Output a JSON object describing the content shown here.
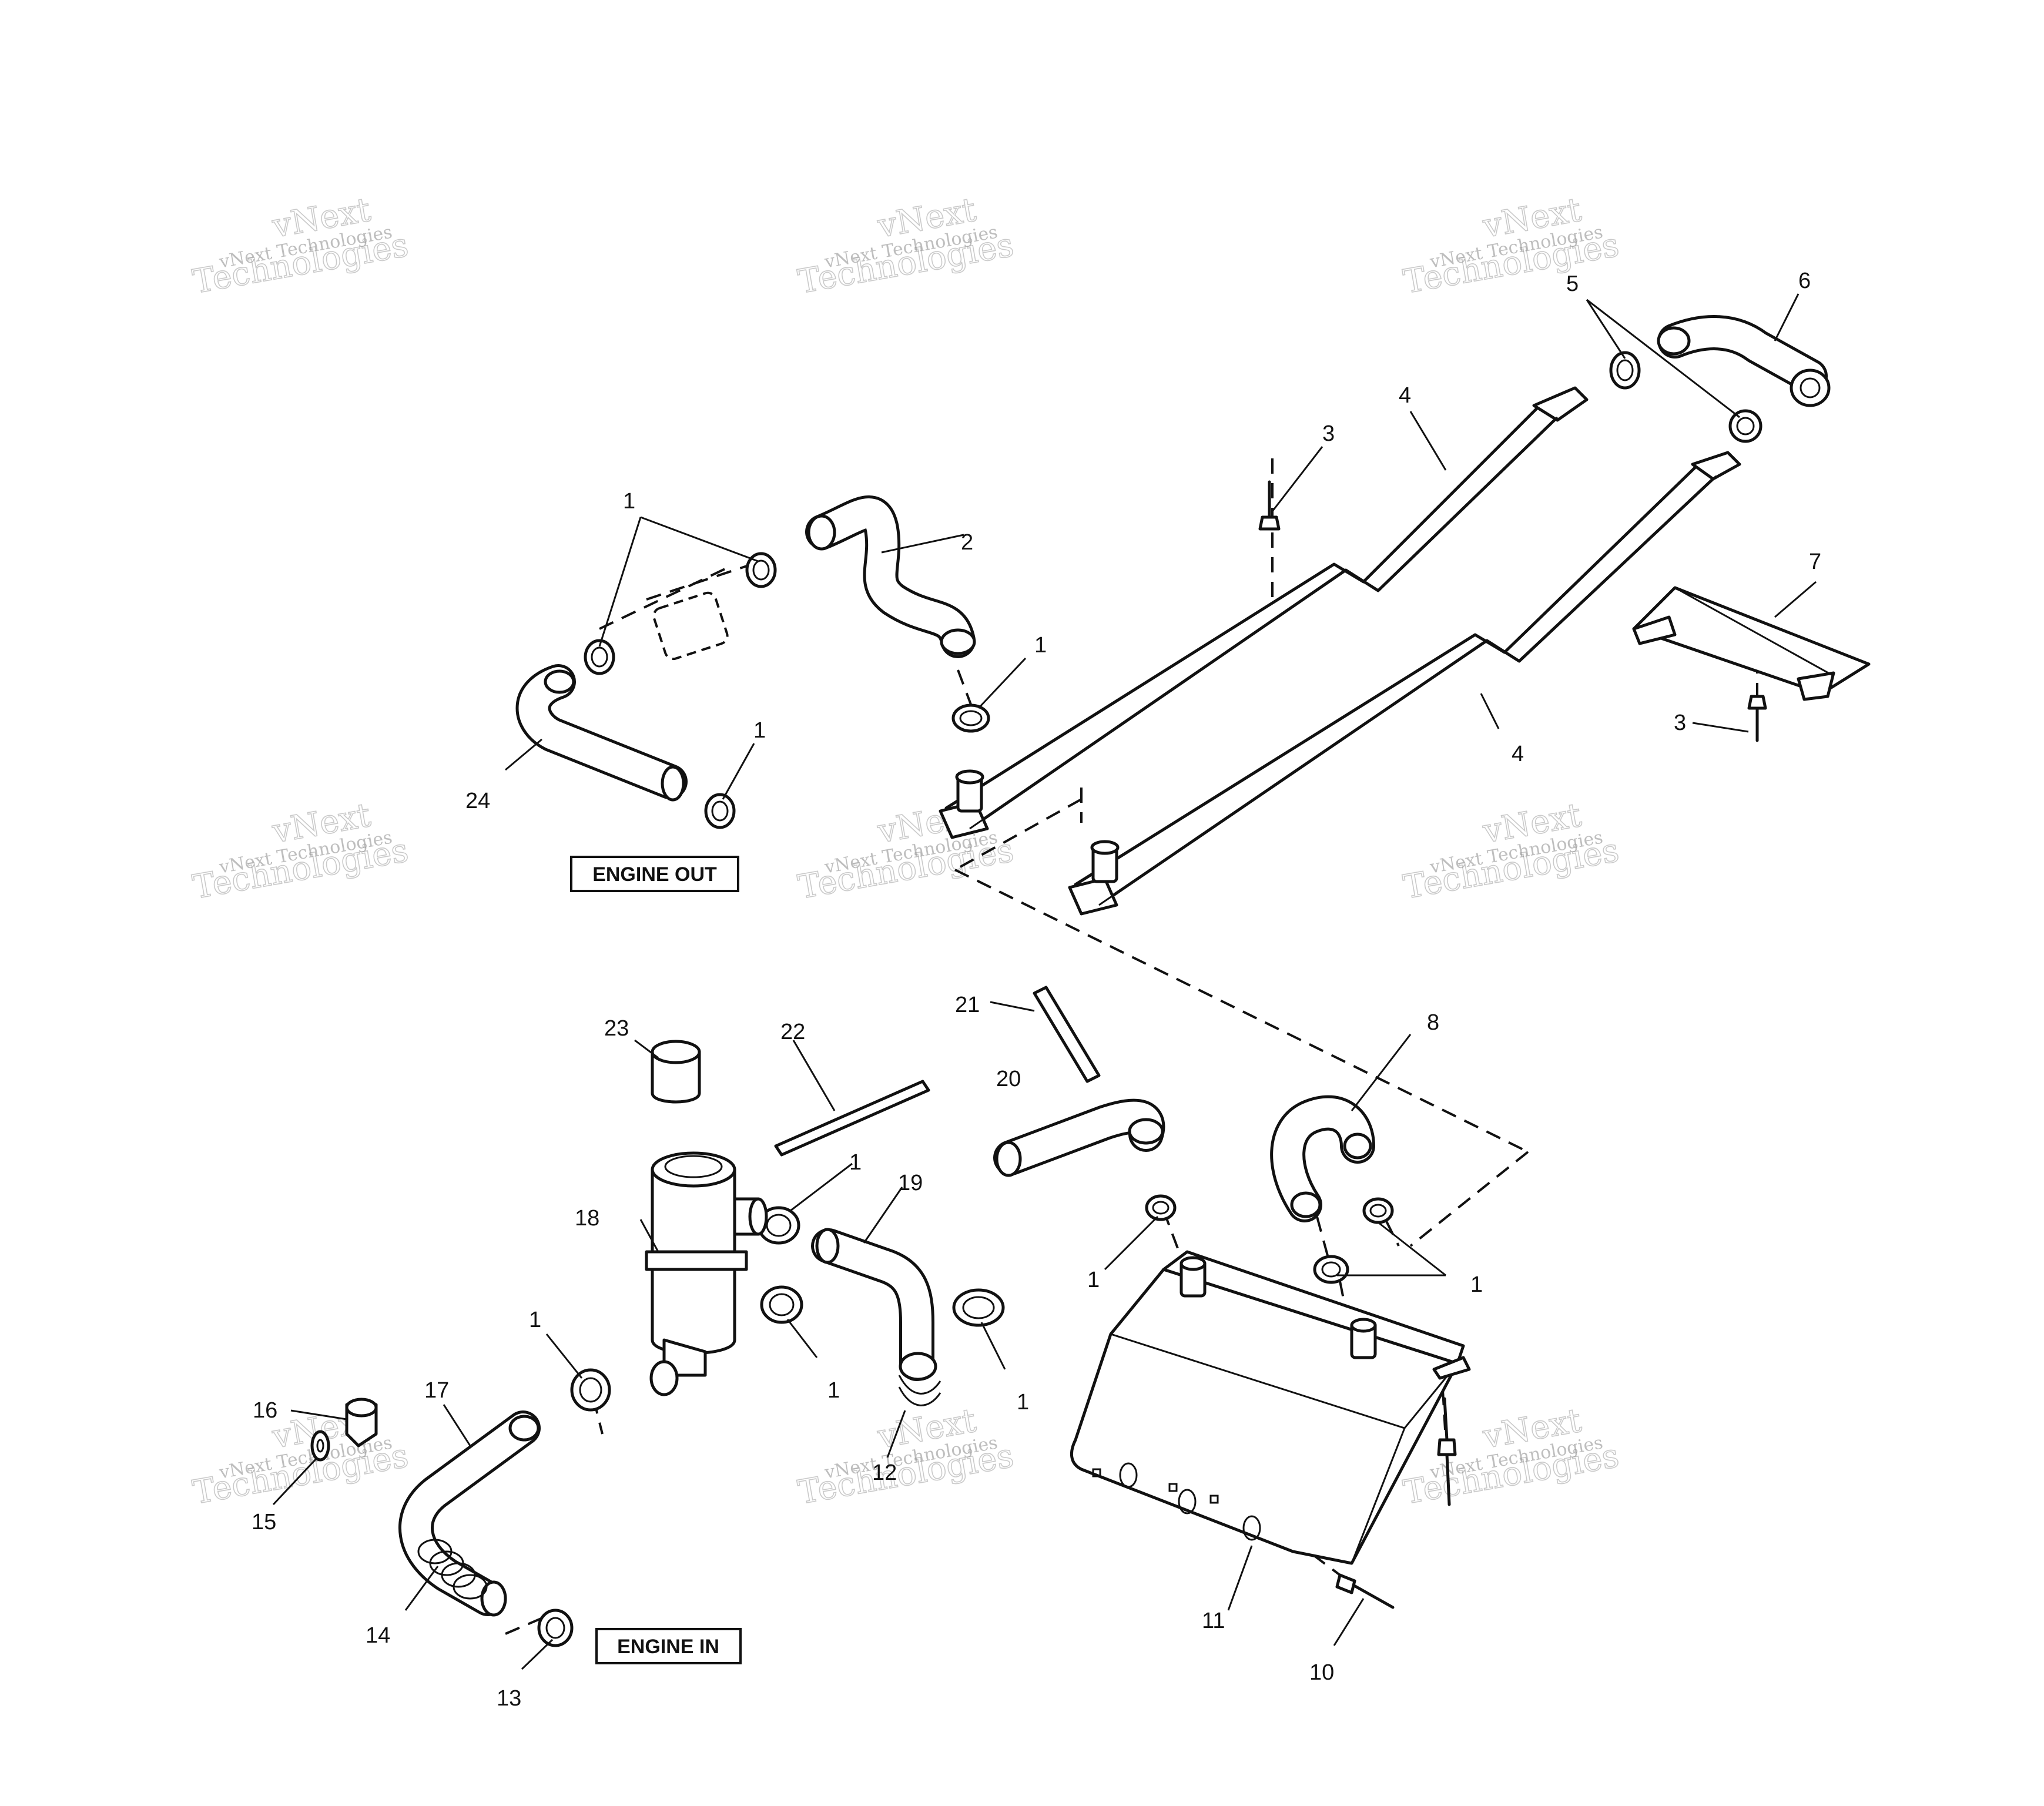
{
  "labels": {
    "engine_out": "ENGINE OUT",
    "engine_in": "ENGINE IN"
  },
  "watermark": {
    "line1": "vNext",
    "line2": "Technologies",
    "small": "vNext Technologies"
  },
  "callouts": [
    {
      "id": "c1a",
      "text": "1"
    },
    {
      "id": "c1b",
      "text": "1"
    },
    {
      "id": "c1c",
      "text": "1"
    },
    {
      "id": "c1d",
      "text": "1"
    },
    {
      "id": "c1e",
      "text": "1"
    },
    {
      "id": "c1f",
      "text": "1"
    },
    {
      "id": "c1g",
      "text": "1"
    },
    {
      "id": "c1h",
      "text": "1"
    },
    {
      "id": "c1i",
      "text": "1"
    },
    {
      "id": "c2",
      "text": "2"
    },
    {
      "id": "c3a",
      "text": "3"
    },
    {
      "id": "c3b",
      "text": "3"
    },
    {
      "id": "c4a",
      "text": "4"
    },
    {
      "id": "c4b",
      "text": "4"
    },
    {
      "id": "c5",
      "text": "5"
    },
    {
      "id": "c6",
      "text": "6"
    },
    {
      "id": "c7",
      "text": "7"
    },
    {
      "id": "c8",
      "text": "8"
    },
    {
      "id": "c10",
      "text": "10"
    },
    {
      "id": "c11",
      "text": "11"
    },
    {
      "id": "c12",
      "text": "12"
    },
    {
      "id": "c13",
      "text": "13"
    },
    {
      "id": "c14",
      "text": "14"
    },
    {
      "id": "c15",
      "text": "15"
    },
    {
      "id": "c16",
      "text": "16"
    },
    {
      "id": "c17",
      "text": "17"
    },
    {
      "id": "c18",
      "text": "18"
    },
    {
      "id": "c19",
      "text": "19"
    },
    {
      "id": "c20",
      "text": "20"
    },
    {
      "id": "c21",
      "text": "21"
    },
    {
      "id": "c22",
      "text": "22"
    },
    {
      "id": "c23",
      "text": "23"
    },
    {
      "id": "c24",
      "text": "24"
    }
  ]
}
